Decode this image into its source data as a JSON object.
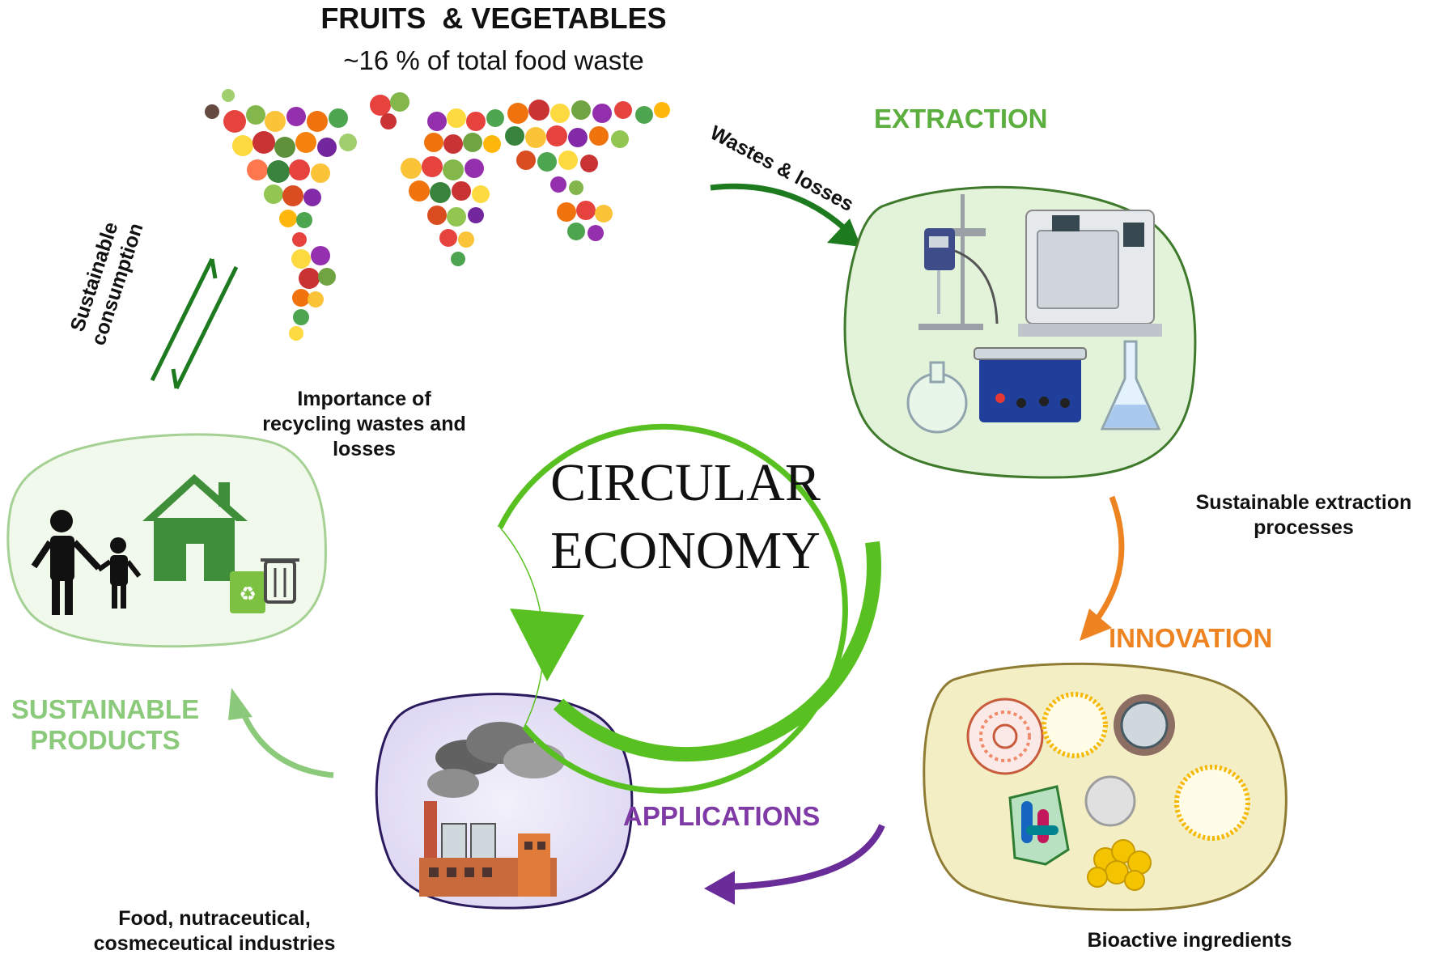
{
  "header": {
    "title": "FRUITS  & VEGETABLES",
    "subtitle": "~16 % of total food waste"
  },
  "center": {
    "line1": "CIRCULAR",
    "line2": "ECONOMY"
  },
  "stages": {
    "extraction": "EXTRACTION",
    "innovation": "INNOVATION",
    "applications": "APPLICATIONS",
    "sustainable_products_line1": "SUSTAINABLE",
    "sustainable_products_line2": "PRODUCTS"
  },
  "arrows": {
    "wastes_losses": "Wastes & losses",
    "sustainable_consumption_line1": "Sustainable",
    "sustainable_consumption_line2": "consumption"
  },
  "captions": {
    "importance_line1": "Importance of",
    "importance_line2": "recycling wastes and",
    "importance_line3": "losses",
    "extraction_line1": "Sustainable extraction",
    "extraction_line2": "processes",
    "industries_line1": "Food, nutraceutical,",
    "industries_line2": "cosmeceutical industries",
    "bioactive": "Bioactive ingredients"
  },
  "colors": {
    "extraction": "#5cae3f",
    "innovation": "#ee8421",
    "applications": "#7f3aa6",
    "sustainable_products": "#8bc97b",
    "cycle_arrow": "#59c021",
    "dark_green_arrow": "#1d7a1f"
  }
}
